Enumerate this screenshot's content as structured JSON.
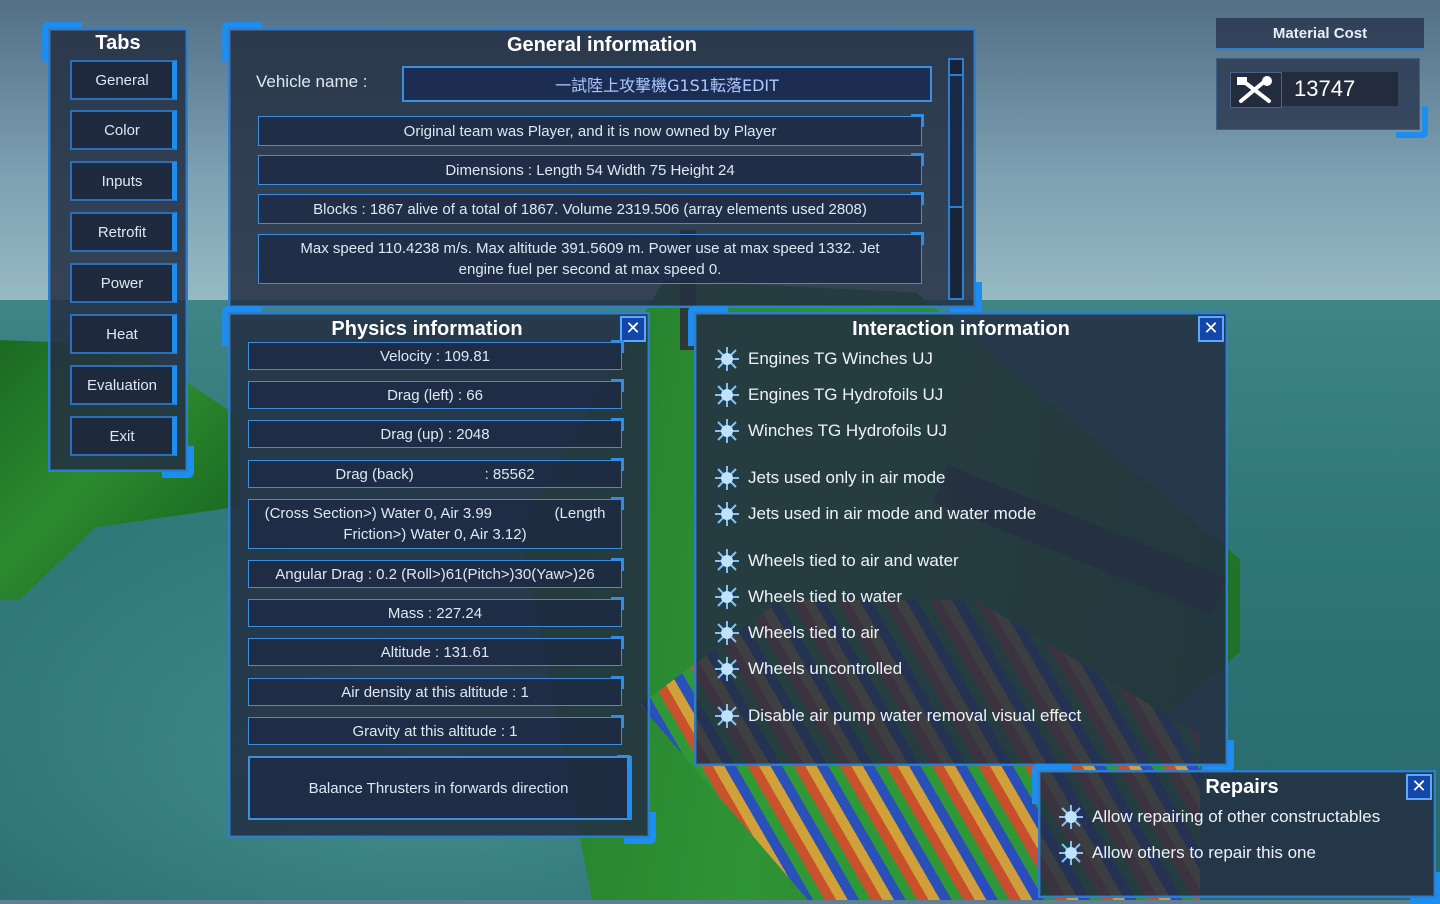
{
  "tabs": {
    "title": "Tabs",
    "items": [
      "General",
      "Color",
      "Inputs",
      "Retrofit",
      "Power",
      "Heat",
      "Evaluation",
      "Exit"
    ]
  },
  "general": {
    "title": "General information",
    "vehicle_name_label": "Vehicle name :",
    "vehicle_name": "一試陸上攻撃機G1S1転落EDIT",
    "rows": [
      "Original team was Player, and it is now owned by Player",
      "Dimensions : Length 54 Width 75 Height 24",
      "Blocks : 1867 alive of a total of 1867. Volume 2319.506 (array elements used 2808)",
      "Max speed 110.4238 m/s. Max altitude 391.5609 m. Power use at max speed 1332. Jet engine fuel per second at max speed 0."
    ]
  },
  "material": {
    "title": "Material Cost",
    "value": "13747",
    "icon": "tools-icon"
  },
  "physics": {
    "title": "Physics information",
    "close": "✕",
    "rows": [
      "Velocity : 109.81",
      "Drag (left) : 66",
      "Drag (up)  : 2048",
      "Drag (back)                 : 85562",
      "(Cross Section>) Water 0, Air 3.99               (Length Friction>) Water 0, Air 3.12)",
      "Angular Drag : 0.2 (Roll>)61(Pitch>)30(Yaw>)26",
      "Mass : 227.24",
      "Altitude : 131.61",
      "Air density at this altitude : 1",
      "Gravity at this altitude : 1"
    ],
    "button": "Balance Thrusters in forwards direction"
  },
  "interaction": {
    "title": "Interaction information",
    "close": "✕",
    "items": [
      "Engines TG Winches UJ",
      "Engines TG Hydrofoils UJ",
      "Winches TG Hydrofoils UJ",
      "Jets used only in air mode",
      "Jets used in air mode and water mode",
      "Wheels tied to air and water",
      "Wheels tied to water",
      "Wheels tied to air",
      "Wheels uncontrolled",
      "Disable air pump water removal visual effect"
    ]
  },
  "repairs": {
    "title": "Repairs",
    "close": "✕",
    "items": [
      "Allow repairing of other constructables",
      "Allow others to repair this one"
    ]
  }
}
